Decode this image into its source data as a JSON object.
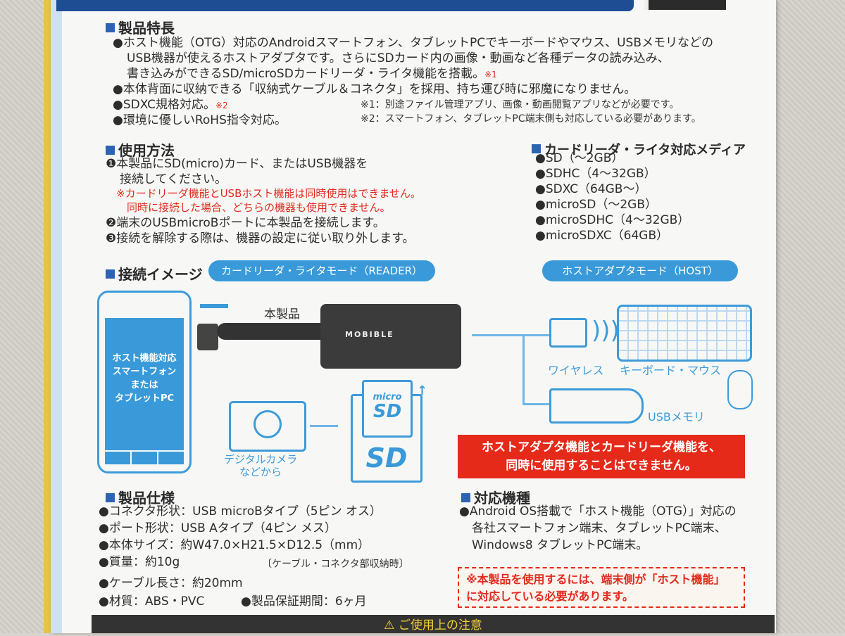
{
  "features": {
    "heading": "製品特長",
    "lines": [
      "●ホスト機能（OTG）対応のAndroidスマートフォン、タブレットPCでキーボードやマウス、USBメモリなどの",
      "USB機器が使えるホストアダプタです。さらにSDカード内の画像・動画など各種データの読み込み、",
      "書き込みができるSD/microSDカードリーダ・ライタ機能を搭載。",
      "●本体背面に収納できる「収納式ケーブル＆コネクタ」を採用、持ち運び時に邪魔になりません。",
      "●SDXC規格対応。",
      "●環境に優しいRoHS指令対応。"
    ],
    "mark1": "※1",
    "mark2": "※2",
    "note1": "※1：別途ファイル管理アプリ、画像・動画閲覧アプリなどが必要です。",
    "note2": "※2：スマートフォン、タブレットPC端末側も対応している必要があります。"
  },
  "usage": {
    "heading": "使用方法",
    "step1a": "❶本製品にSD(micro)カード、またはUSB機器を",
    "step1b": "接続してください。",
    "warn1": "※カードリーダ機能とUSBホスト機能は同時使用はできません。",
    "warn2": "同時に接続した場合、どちらの機器も使用できません。",
    "step2": "❷端末のUSBmicroBポートに本製品を接続します。",
    "step3": "❸接続を解除する際は、機器の設定に従い取り外します。"
  },
  "media": {
    "heading": "カードリーダ・ライタ対応メディア",
    "items": [
      "●SD（～2GB）",
      "●SDHC（4～32GB）",
      "●SDXC（64GB～）",
      "●microSD（～2GB）",
      "●microSDHC（4～32GB）",
      "●microSDXC（64GB）"
    ]
  },
  "connection": {
    "heading": "接続イメージ",
    "reader_mode": "カードリーダ・ライタモード（READER）",
    "host_mode": "ホストアダプタモード（HOST）",
    "product_label": "本製品",
    "phone_text": [
      "ホスト機能対応",
      "スマートフォン",
      "または",
      "タブレットPC"
    ],
    "device_brand": "MOBIBLE",
    "wireless": "ワイヤレス",
    "keyboard_mouse": "キーボード・マウス",
    "usb_memory": "USBメモリ",
    "camera_label1": "デジタルカメラ",
    "camera_label2": "などから",
    "micro": "micro",
    "sd": "SD",
    "warn_line1": "ホストアダプタ機能とカードリーダ機能を、",
    "warn_line2": "同時に使用することはできません。"
  },
  "specs": {
    "heading": "製品仕様",
    "lines": [
      "●コネクタ形状：USB microBタイプ（5ピン オス）",
      "●ポート形状：USB Aタイプ（4ピン メス）",
      "●本体サイズ：約W47.0×H21.5×D12.5（mm）",
      "●質量：約10g",
      "●ケーブル長さ：約20mm",
      "●材質：ABS・PVC"
    ],
    "weight_note": "〔ケーブル・コネクタ部収納時〕",
    "warranty": "●製品保証期間：6ヶ月"
  },
  "compat": {
    "heading": "対応機種",
    "lines": [
      "●Android OS搭載で「ホスト機能（OTG）」対応の",
      "各社スマートフォン端末、タブレットPC端末、",
      "Windows8 タブレットPC端末。"
    ],
    "warn_line1": "※本製品を使用するには、端末側が「ホスト機能」",
    "warn_line2": "に対応している必要があります。"
  },
  "footer": {
    "caution": "⚠ ご使用上の注意"
  }
}
